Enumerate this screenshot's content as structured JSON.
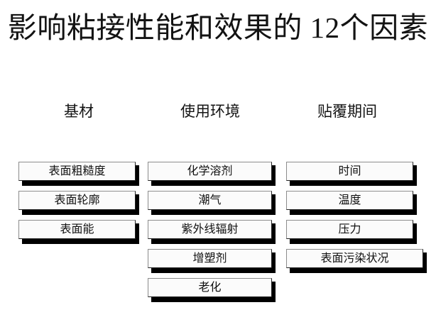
{
  "slide": {
    "title": "影响粘接性能和效果的 12个因素",
    "background_color": "#ffffff",
    "text_color": "#111111",
    "box_fill_color": "#fbfbfb",
    "box_border_color": "#202020",
    "box_shadow_color": "#000000"
  },
  "columns": [
    {
      "header": "基材",
      "items": [
        {
          "label": "表面粗糙度"
        },
        {
          "label": "表面轮廓"
        },
        {
          "label": "表面能"
        }
      ]
    },
    {
      "header": "使用环境",
      "items": [
        {
          "label": "化学溶剂"
        },
        {
          "label": "潮气"
        },
        {
          "label": "紫外线辐射"
        },
        {
          "label": "增塑剂"
        },
        {
          "label": "老化"
        }
      ]
    },
    {
      "header": "贴覆期间",
      "items": [
        {
          "label": "时间"
        },
        {
          "label": "温度"
        },
        {
          "label": "压力"
        },
        {
          "label": "表面污染状况",
          "wide": true
        }
      ]
    }
  ]
}
